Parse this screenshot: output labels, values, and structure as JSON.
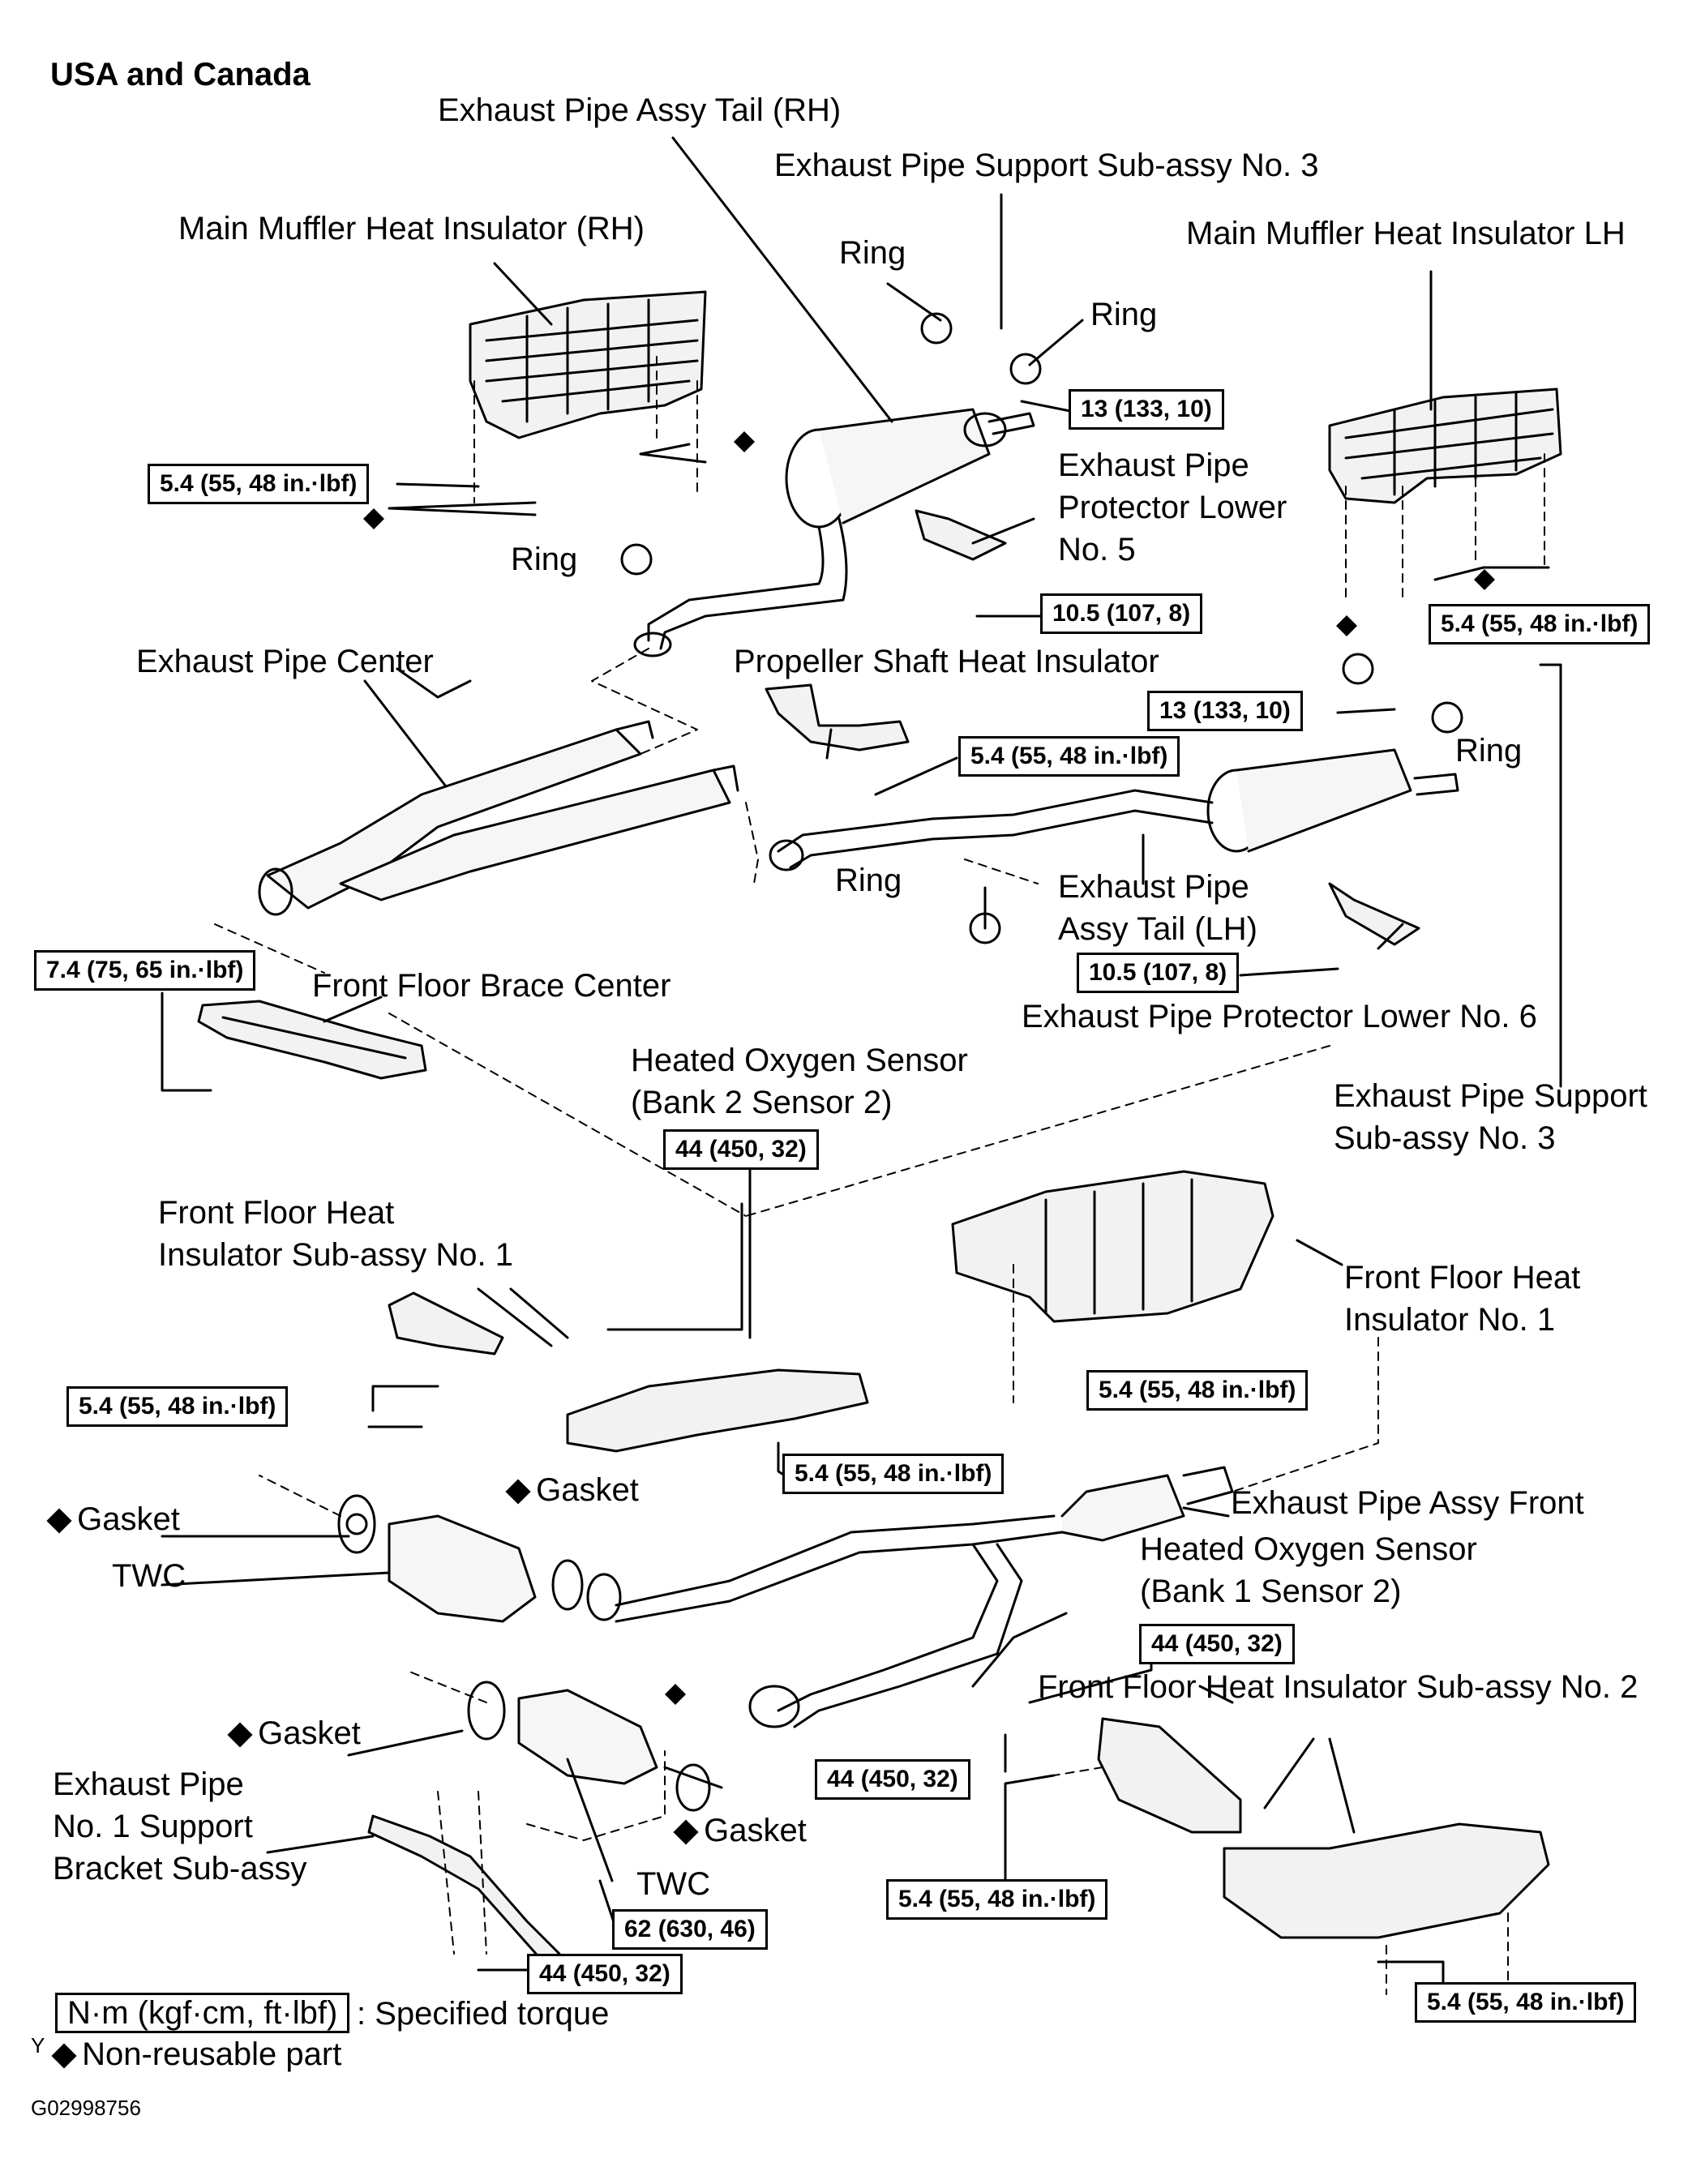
{
  "title": "USA and Canada",
  "labels": {
    "tail_rh": "Exhaust Pipe Assy Tail (RH)",
    "support3_top": "Exhaust Pipe Support Sub-assy No. 3",
    "muffler_rh": "Main Muffler Heat Insulator (RH)",
    "muffler_lh": "Main Muffler Heat Insulator LH",
    "ring_1": "Ring",
    "ring_2": "Ring",
    "ring_3": "Ring",
    "ring_4": "Ring",
    "ring_5": "Ring",
    "protector5_l1": "Exhaust Pipe",
    "protector5_l2": "Protector Lower",
    "protector5_l3": "No. 5",
    "center_pipe": "Exhaust Pipe Center",
    "prop_shaft": "Propeller Shaft Heat Insulator",
    "tail_lh_l1": "Exhaust Pipe",
    "tail_lh_l2": "Assy Tail (LH)",
    "brace": "Front Floor Brace Center",
    "protector6": "Exhaust Pipe Protector Lower No. 6",
    "o2_b2_l1": "Heated Oxygen Sensor",
    "o2_b2_l2": "(Bank 2 Sensor 2)",
    "support3_right_l1": "Exhaust Pipe Support",
    "support3_right_l2": "Sub-assy No. 3",
    "ff_ins1_sub_l1": "Front Floor Heat",
    "ff_ins1_sub_l2": "Insulator Sub-assy No. 1",
    "ff_ins1_l1": "Front Floor Heat",
    "ff_ins1_l2": "Insulator No. 1",
    "front_pipe": "Exhaust Pipe Assy Front",
    "o2_b1_l1": "Heated Oxygen Sensor",
    "o2_b1_l2": "(Bank 1 Sensor 2)",
    "ff_ins2": "Front Floor Heat Insulator Sub-assy No. 2",
    "gasket_1": "Gasket",
    "gasket_2": "Gasket",
    "gasket_3": "Gasket",
    "gasket_4": "Gasket",
    "twc_1": "TWC",
    "twc_2": "TWC",
    "bracket_l1": "Exhaust Pipe",
    "bracket_l2": "No. 1 Support",
    "bracket_l3": "Bracket  Sub-assy"
  },
  "torques": {
    "t1": "5.4 (55, 48 in.·lbf)",
    "t2": "13 (133, 10)",
    "t3": "10.5 (107, 8)",
    "t4": "5.4 (55, 48 in.·lbf)",
    "t5": "13 (133, 10)",
    "t6": "5.4 (55, 48 in.·lbf)",
    "t7": "7.4 (75, 65 in.·lbf)",
    "t8": "10.5 (107, 8)",
    "t9": "44 (450, 32)",
    "t10": "5.4 (55, 48 in.·lbf)",
    "t11": "5.4 (55, 48 in.·lbf)",
    "t12": "5.4 (55, 48 in.·lbf)",
    "t13": "44 (450, 32)",
    "t14": "44 (450, 32)",
    "t15": "5.4 (55, 48 in.·lbf)",
    "t16": "62 (630, 46)",
    "t17": "44 (450, 32)",
    "t18": "5.4 (55, 48 in.·lbf)"
  },
  "legend": {
    "unit": "N·m (kgf·cm, ft·lbf)",
    "unit_desc": ": Specified torque",
    "nonreusable": "Non-reusable part",
    "marker": "Y"
  },
  "figure_id": "G02998756"
}
